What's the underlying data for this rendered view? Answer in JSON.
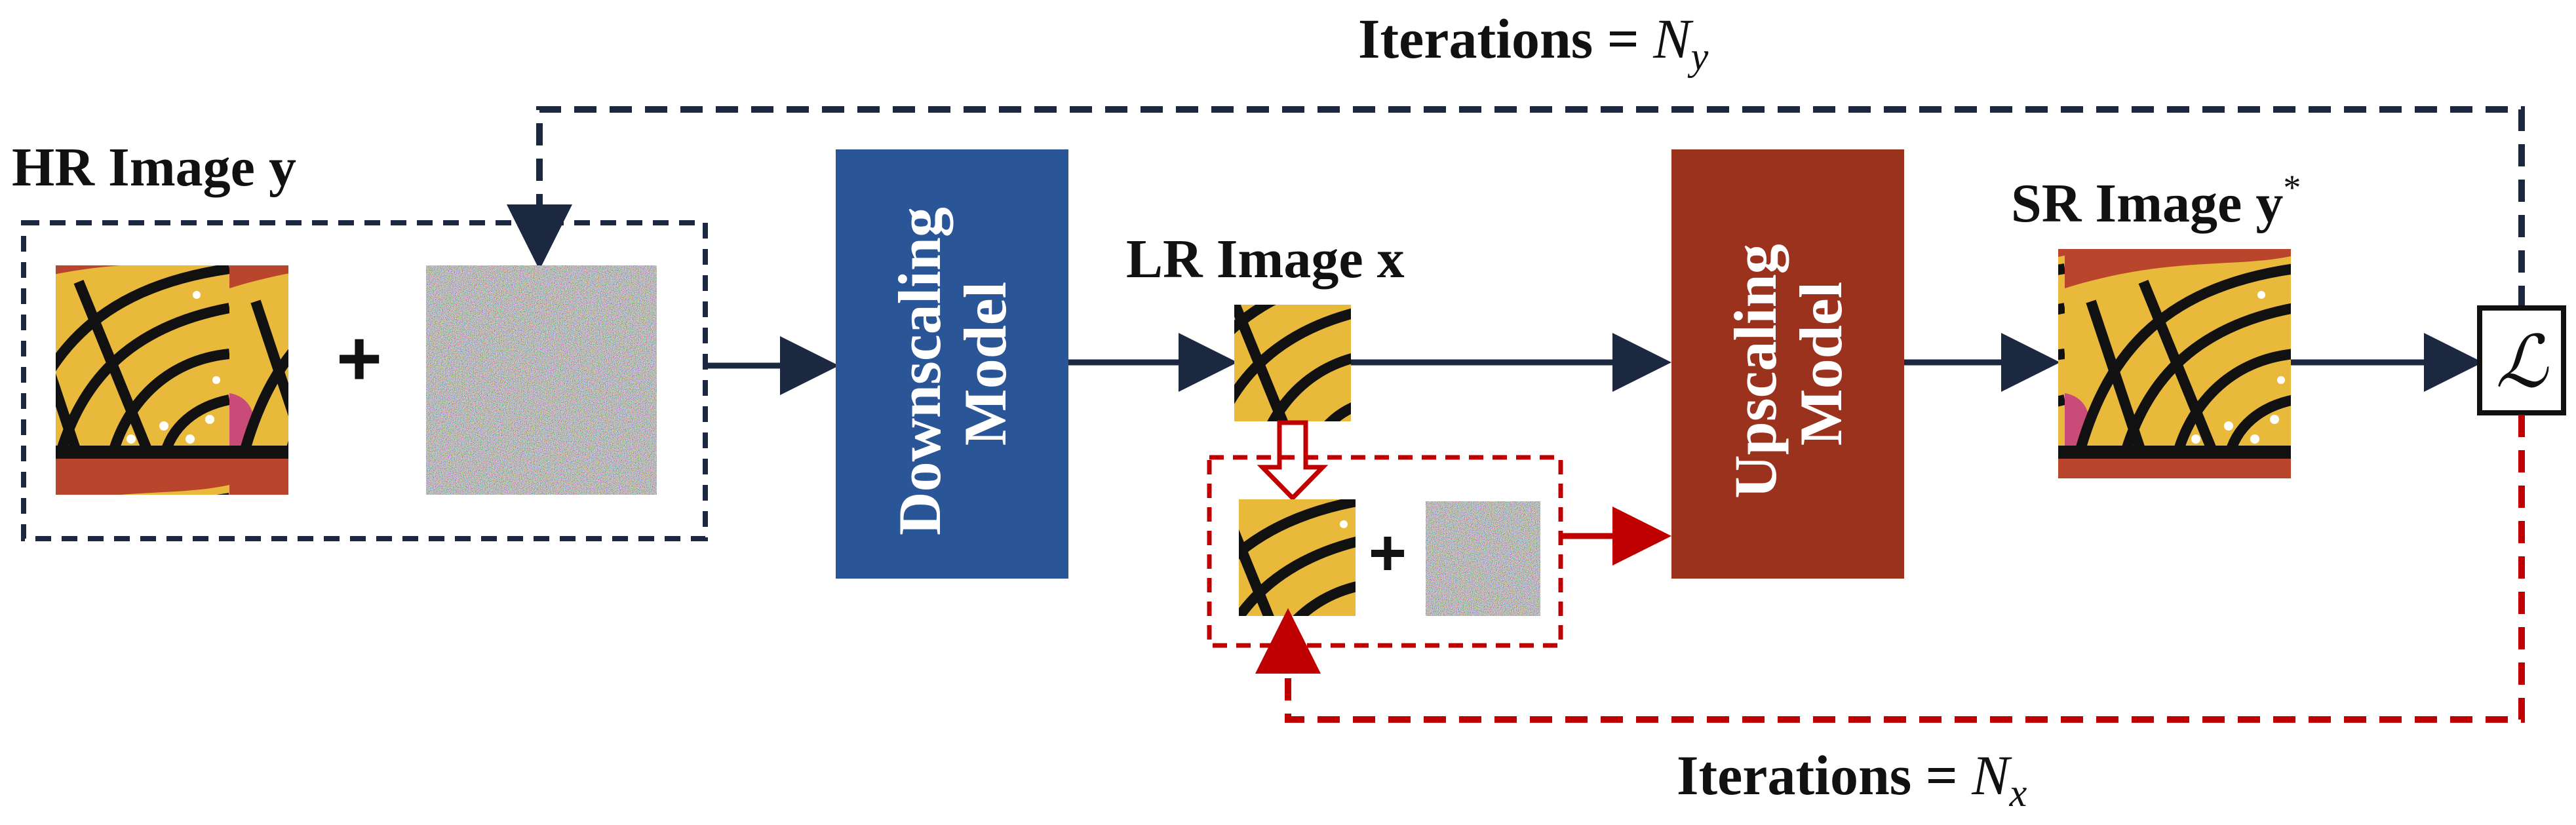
{
  "top_loop": {
    "label_prefix": "Iterations = ",
    "label_var": "N",
    "label_sub": "y"
  },
  "bottom_loop": {
    "label_prefix": "Iterations = ",
    "label_var": "N",
    "label_sub": "x"
  },
  "hr_image": {
    "label": "HR Image y"
  },
  "lr_image": {
    "label": "LR Image x"
  },
  "sr_image": {
    "label_main": "SR Image y",
    "label_sup": "*"
  },
  "downscaling_model": {
    "line1": "Downscaling",
    "line2": "Model",
    "color": "#2a5597"
  },
  "upscaling_model": {
    "line1": "Upscaling",
    "line2": "Model",
    "color": "#9b321e"
  },
  "loss": {
    "symbol": "ℒ"
  },
  "plus_signs": {
    "hr": "+",
    "lr": "+"
  },
  "colors": {
    "dark_line": "#1b2840",
    "red_line": "#c00000",
    "text": "#111111"
  }
}
